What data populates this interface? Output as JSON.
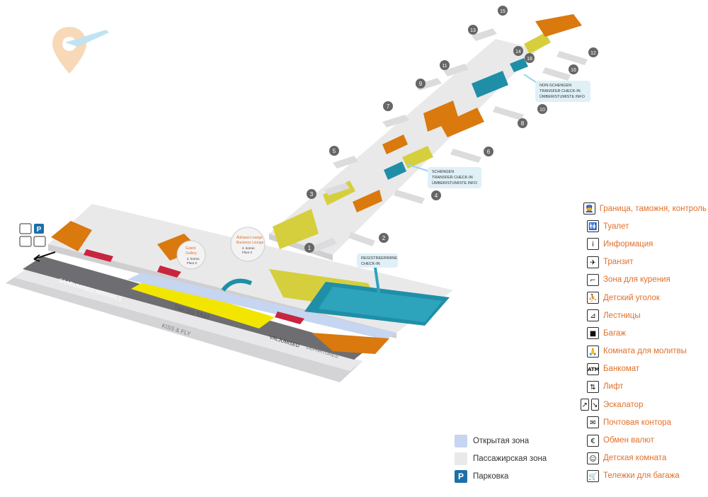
{
  "colors": {
    "brand_orange": "#e0702a",
    "terminal_orange": "#d9790e",
    "shop_yellow": "#d6cf3d",
    "security_teal": "#1f8fa8",
    "retail_red": "#c8253e",
    "taxi_yellow": "#f2e600",
    "open_zone": "#c6d5f0",
    "passenger_zone": "#e9e9ea",
    "parking_blue": "#1d6fa8"
  },
  "map": {
    "gates": [
      "1",
      "2",
      "3",
      "4",
      "5",
      "6",
      "7",
      "8",
      "9",
      "10",
      "11",
      "12",
      "13",
      "14",
      "15",
      "16",
      "18"
    ],
    "roads": {
      "arrivals": "SAABUMISED ARRIVALS",
      "taxi": "TAKSO TAXI",
      "kiss_fly": "KISS & FLY",
      "departures_et": "VÄLJUMISED",
      "departures_en": "DEPARTURES"
    },
    "callouts": {
      "non_schengen": [
        "NON-SCHENGEN",
        "TRANSFER CHECK-IN",
        "ÜMBERISTUMISTE INFO"
      ],
      "schengen": [
        "SCHENGEN",
        "TRANSFER CHECK-IN",
        "ÜMBERISTUMISTE INFO"
      ],
      "checkin": [
        "REGISTREERIMINE",
        "CHECK-IN"
      ],
      "lounge": [
        "Äriklassi Lounge",
        "Business Lounge",
        "2. korrus",
        "Floor 2"
      ],
      "gallery": [
        "Galerii",
        "Gallery",
        "2. korrus",
        "Floor 2"
      ]
    }
  },
  "legend": [
    {
      "icons": [
        "👮"
      ],
      "icon_name": "border-control-icon",
      "label": "Граница, таможня, контроль"
    },
    {
      "icons": [
        "🚻"
      ],
      "icon_name": "toilet-icon",
      "label": "Туалет"
    },
    {
      "icons": [
        "i"
      ],
      "icon_name": "information-icon",
      "label": "Информация"
    },
    {
      "icons": [
        "✈"
      ],
      "icon_name": "transit-icon",
      "label": "Транзит"
    },
    {
      "icons": [
        "⌐"
      ],
      "icon_name": "smoking-zone-icon",
      "label": "Зона для курения"
    },
    {
      "icons": [
        "⛹"
      ],
      "icon_name": "kids-corner-icon",
      "label": "Детский уголок"
    },
    {
      "icons": [
        "⊿"
      ],
      "icon_name": "stairs-icon",
      "label": "Лестницы"
    },
    {
      "icons": [
        "■"
      ],
      "icon_name": "baggage-icon",
      "label": "Багаж"
    },
    {
      "icons": [
        "🙏"
      ],
      "icon_name": "prayer-room-icon",
      "label": "Комната для молитвы"
    },
    {
      "icons": [
        "ATM"
      ],
      "icon_name": "atm-icon",
      "label": "Банкомат"
    },
    {
      "icons": [
        "⇅"
      ],
      "icon_name": "elevator-icon",
      "label": "Лифт"
    },
    {
      "icons": [
        "↗",
        "↘"
      ],
      "icon_name": "escalator-icon",
      "label": "Эскалатор"
    },
    {
      "icons": [
        "✉"
      ],
      "icon_name": "post-office-icon",
      "label": "Почтовая контора"
    },
    {
      "icons": [
        "€"
      ],
      "icon_name": "currency-exchange-icon",
      "label": "Обмен валют"
    },
    {
      "icons": [
        "☺"
      ],
      "icon_name": "childrens-room-icon",
      "label": "Детская комната"
    },
    {
      "icons": [
        "🛒"
      ],
      "icon_name": "baggage-trolley-icon",
      "label": "Тележки для багажа"
    }
  ],
  "zones": [
    {
      "label": "Открытая зона",
      "color": "#c6d5f0"
    },
    {
      "label": "Пассажирская зона",
      "color": "#e9e9ea"
    },
    {
      "label": "Парковка",
      "color": "#1d6fa8",
      "glyph": "P"
    }
  ]
}
